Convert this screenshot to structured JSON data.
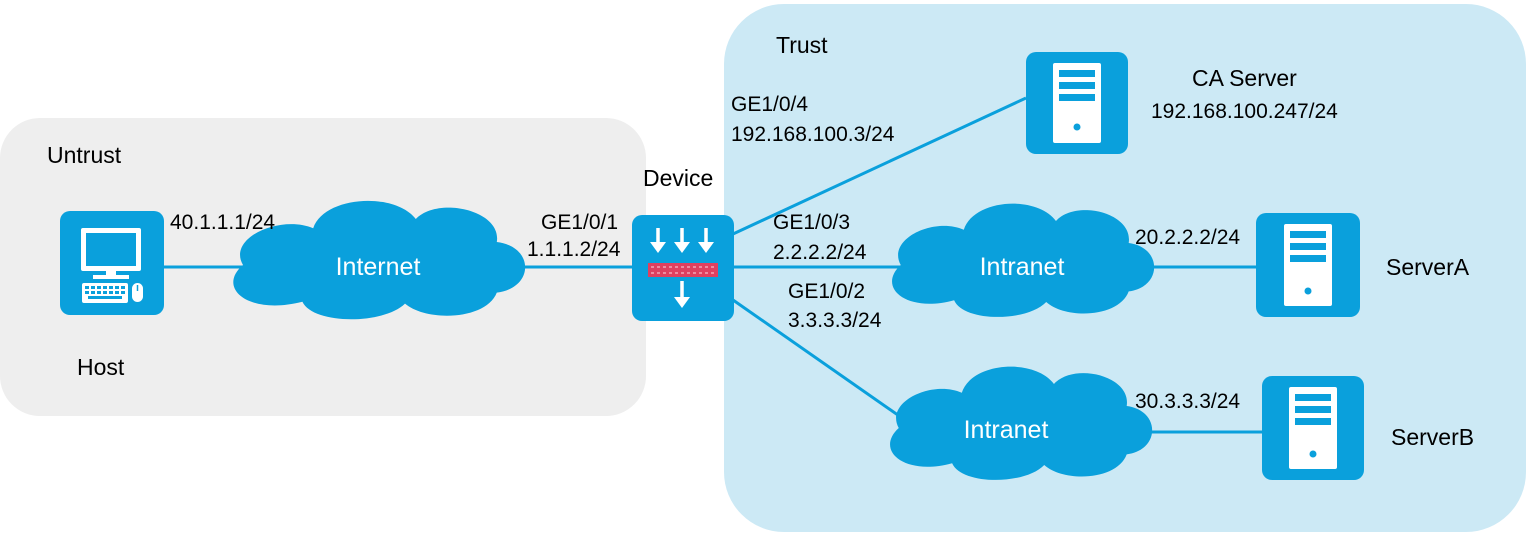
{
  "zones": {
    "untrust": {
      "label": "Untrust",
      "color": "#eeeeee"
    },
    "trust": {
      "label": "Trust",
      "color": "#cce9f5"
    }
  },
  "colors": {
    "accent": "#0aa0dc",
    "link": "#0aa0dc",
    "device_bar": "#e0405f"
  },
  "nodes": {
    "host": {
      "label": "Host",
      "icon": "pc-icon"
    },
    "device": {
      "label": "Device",
      "icon": "firewall-icon"
    },
    "ca_server": {
      "label": "CA Server",
      "ip": "192.168.100.247/24",
      "icon": "server-icon"
    },
    "server_a": {
      "label": "ServerA",
      "ip": "20.2.2.2/24",
      "icon": "server-icon"
    },
    "server_b": {
      "label": "ServerB",
      "ip": "30.3.3.3/24",
      "icon": "server-icon"
    }
  },
  "clouds": {
    "internet": {
      "label": "Internet"
    },
    "intranet_a": {
      "label": "Intranet"
    },
    "intranet_b": {
      "label": "Intranet"
    }
  },
  "links": {
    "host_internet": {
      "ip": "40.1.1.1/24"
    },
    "ge1_0_1": {
      "port": "GE1/0/1",
      "ip": "1.1.1.2/24"
    },
    "ge1_0_4": {
      "port": "GE1/0/4",
      "ip": "192.168.100.3/24"
    },
    "ge1_0_3": {
      "port": "GE1/0/3",
      "ip": "2.2.2.2/24"
    },
    "ge1_0_2": {
      "port": "GE1/0/2",
      "ip": "3.3.3.3/24"
    }
  }
}
